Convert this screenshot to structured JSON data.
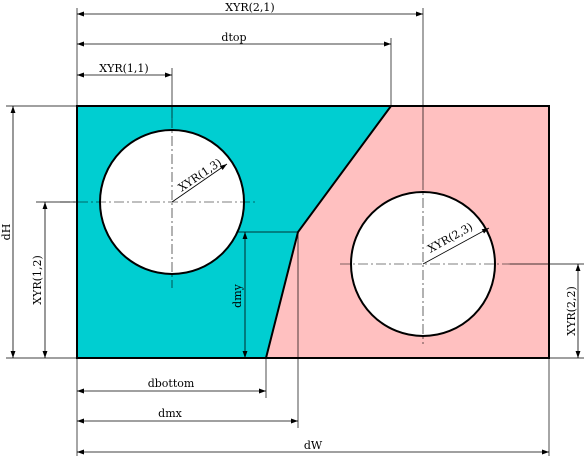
{
  "colors": {
    "left_region": "#00CED1",
    "right_region": "#FFC0C0",
    "hole": "#FFFFFF",
    "line": "#000000"
  },
  "labels": {
    "xyr21": "XYR(2,1)",
    "dtop": "dtop",
    "xyr11": "XYR(1,1)",
    "xyr13": "XYR(1,3)",
    "xyr23": "XYR(2,3)",
    "dh": "dH",
    "xyr12": "XYR(1,2)",
    "dmy": "dmy",
    "xyr22": "XYR(2,2)",
    "dbottom": "dbottom",
    "dmx": "dmx",
    "dw": "dW"
  }
}
